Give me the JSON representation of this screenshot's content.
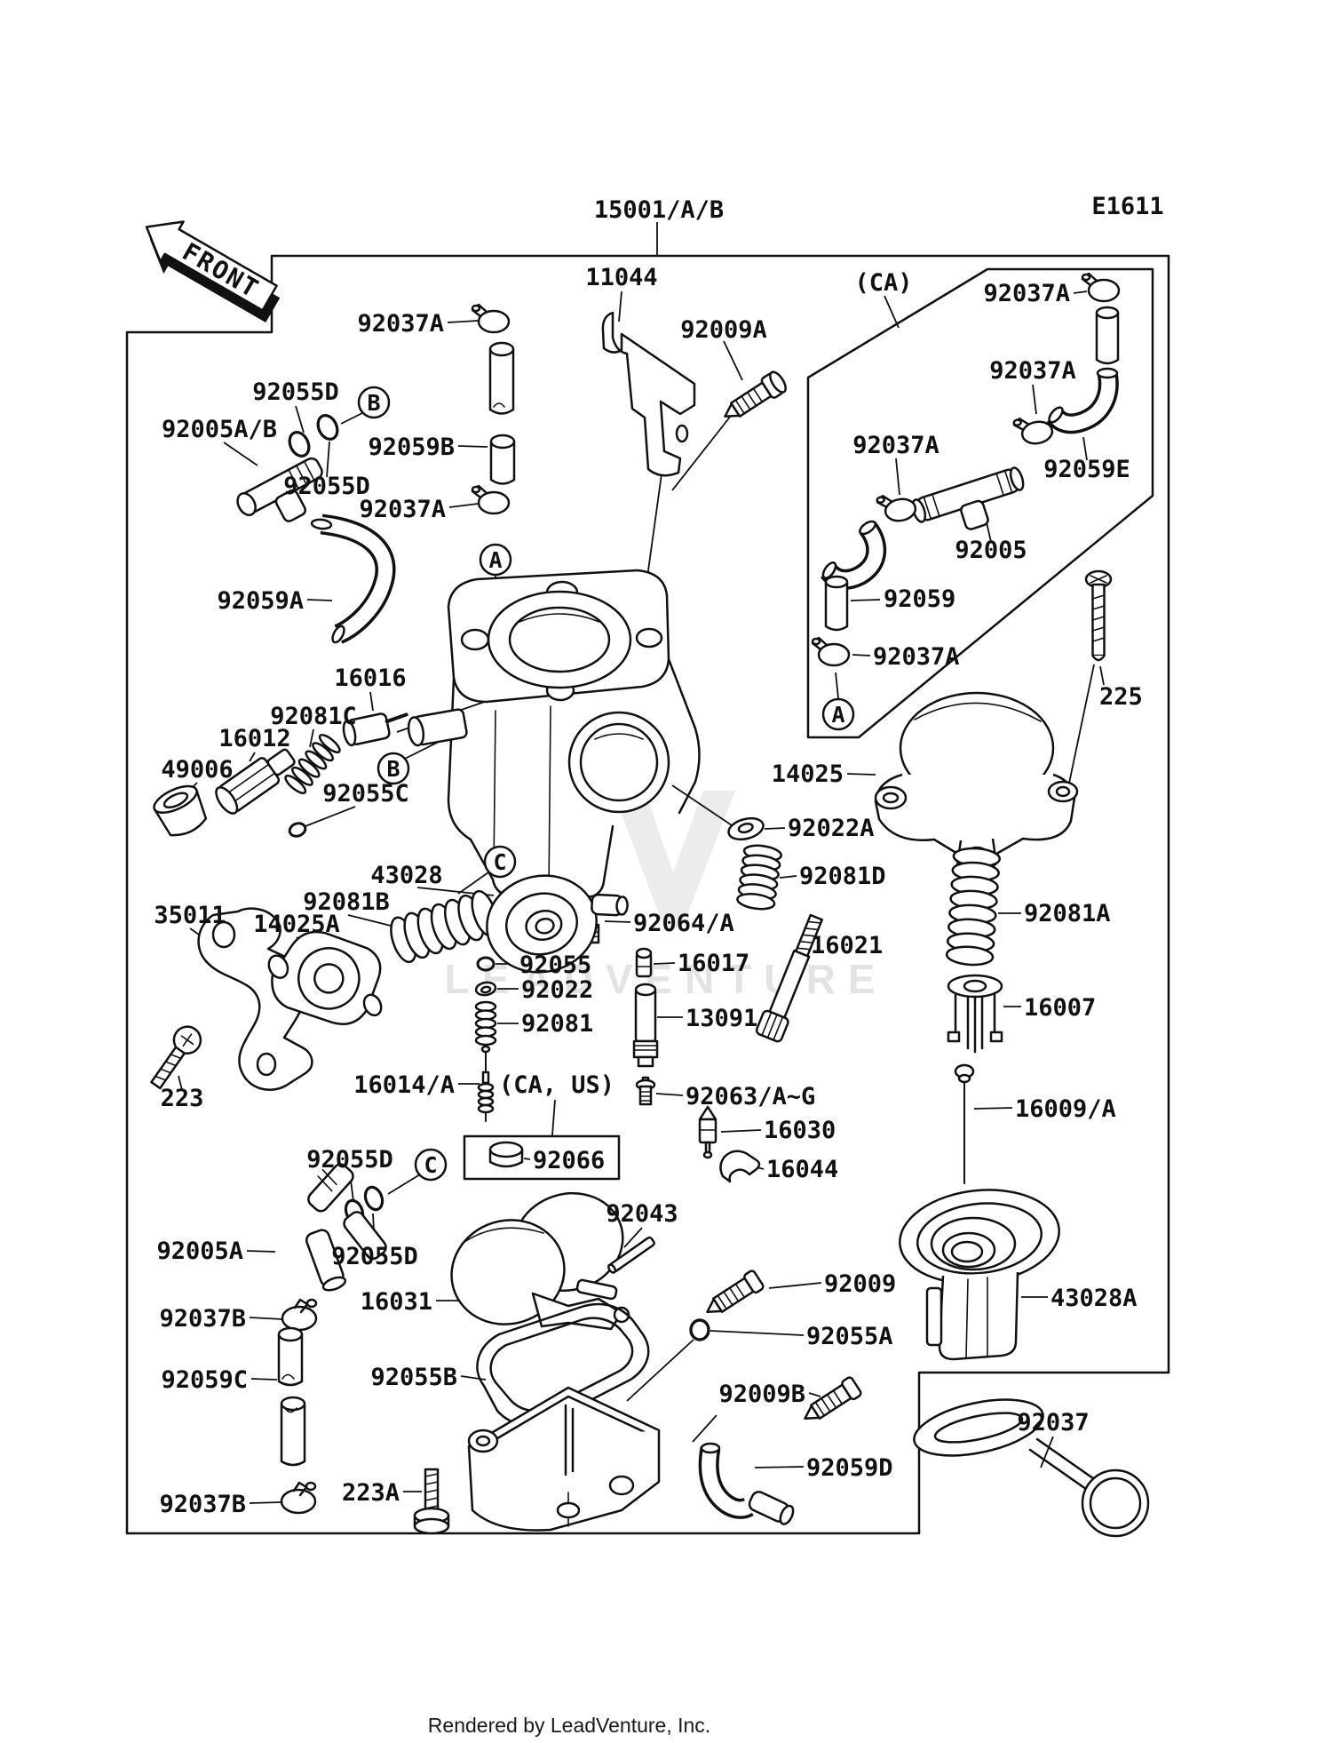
{
  "doc": {
    "group_code": "15001/A/B",
    "fiche_code": "E1611",
    "front_marker": "FRONT",
    "region_ca": "(CA)",
    "region_ca_us": "(CA, US)",
    "watermark_text": "LEADVENTURE",
    "footer_credit": "Rendered by LeadVenture, Inc."
  },
  "callouts": {
    "a": "A",
    "b": "B",
    "c": "C"
  },
  "colors": {
    "line": "#111111",
    "watermark": "#e3e3e3",
    "background": "#ffffff"
  },
  "part_labels": {
    "p11044": "11044",
    "p92009a": "92009A",
    "p92037a_1": "92037A",
    "p92055d_1": "92055D",
    "p92005ab": "92005A/B",
    "p92059b": "92059B",
    "p92055d_2": "92055D",
    "p92037a_2": "92037A",
    "p92059a": "92059A",
    "p16016": "16016",
    "p92081c": "92081C",
    "p16012": "16012",
    "p49006": "49006",
    "p92055c": "92055C",
    "p92037a_3": "92037A",
    "p92037a_4": "92037A",
    "p92059e": "92059E",
    "p92037a_5": "92037A",
    "p92005": "92005",
    "p92059": "92059",
    "p92037a_6": "92037A",
    "p225": "225",
    "p14025": "14025",
    "p92022a": "92022A",
    "p92081d": "92081D",
    "p16021": "16021",
    "p92081a": "92081A",
    "p16007": "16007",
    "p16009a": "16009/A",
    "p92064a": "92064/A",
    "p16017": "16017",
    "p13091": "13091",
    "p92055": "92055",
    "p92022": "92022",
    "p92081": "92081",
    "p35011": "35011",
    "p14025a": "14025A",
    "p92081b": "92081B",
    "p43028": "43028",
    "p223": "223",
    "p16014a": "16014/A",
    "p92063ag": "92063/A~G",
    "p16030": "16030",
    "p16044": "16044",
    "p92066": "92066",
    "p92055d_3": "92055D",
    "p92055d_4": "92055D",
    "p92005a": "92005A",
    "p92043": "92043",
    "p92037b_1": "92037B",
    "p92059c": "92059C",
    "p16031": "16031",
    "p92009": "92009",
    "p92055a": "92055A",
    "p92055b": "92055B",
    "p92009b": "92009B",
    "p92059d": "92059D",
    "p43028a": "43028A",
    "p92037b_2": "92037B",
    "p223a": "223A",
    "p92037": "92037"
  }
}
